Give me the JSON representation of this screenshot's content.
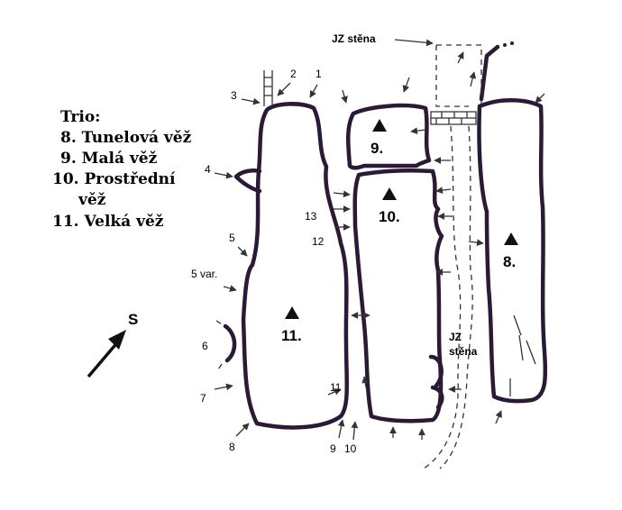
{
  "legend": {
    "title": "Trio:",
    "items": [
      {
        "line1": "8. Tunelová věž",
        "line2": ""
      },
      {
        "line1": "9. Malá věž",
        "line2": ""
      },
      {
        "line1": "10. Prostřední",
        "line2": "věž"
      },
      {
        "line1": "11. Velká věž",
        "line2": ""
      }
    ]
  },
  "towers": {
    "t8": "8.",
    "t9": "9.",
    "t10": "10.",
    "t11": "11."
  },
  "walls": {
    "top": "JZ stěna",
    "side_line1": "JZ",
    "side_line2": "stěna"
  },
  "north": "S",
  "routes": {
    "r1": "1",
    "r2": "2",
    "r3": "3",
    "r4": "4",
    "r5": "5",
    "r5var": "5 var.",
    "r6": "6",
    "r7": "7",
    "r8": "8",
    "r9": "9",
    "r10": "10",
    "r11": "11",
    "r12": "12",
    "r13": "13"
  }
}
